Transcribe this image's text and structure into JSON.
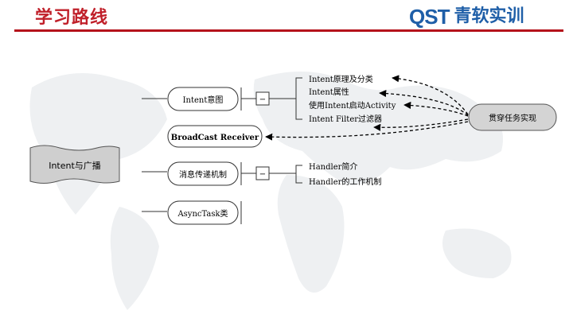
{
  "header": {
    "title": "学习路线",
    "logo_mark": "QST",
    "logo_text": "青软实训"
  },
  "diagram": {
    "root": "Intent与广播",
    "topics": [
      {
        "label": "Intent意图",
        "collapse": "−"
      },
      {
        "label": "BroadCast Receiver"
      },
      {
        "label": "消息传递机制",
        "collapse": "−"
      },
      {
        "label": "AsyncTask类"
      }
    ],
    "intent_branches": [
      "Intent原理及分类",
      "Intent属性",
      "使用Intent启动Activity",
      "Intent Filter过滤器"
    ],
    "message_branches": [
      "Handler简介",
      "Handler的工作机制"
    ],
    "task_node": "贯穿任务实现"
  }
}
